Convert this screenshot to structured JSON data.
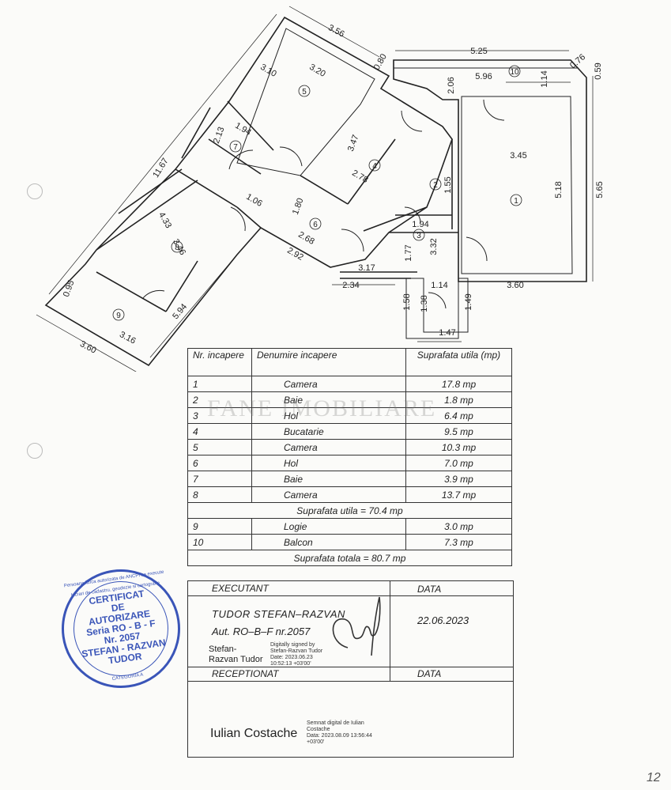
{
  "plan": {
    "dimensions": [
      "3.56",
      "3.10",
      "3.20",
      "0.80",
      "5.25",
      "0.76",
      "0.59",
      "5.96",
      "2.06",
      "1.14",
      "11.67",
      "2.13",
      "1.94",
      "3.47",
      "2.78",
      "3.45",
      "5.18",
      "5.65",
      "1.55",
      "1.06",
      "1.80",
      "4.33",
      "3.46",
      "1.94",
      "1.77",
      "3.32",
      "2.68",
      "2.92",
      "3.17",
      "2.34",
      "1.14",
      "3.60",
      "0.95",
      "5.94",
      "1.58",
      "1.38",
      "1.49",
      "3.16",
      "1.47",
      "3.60"
    ],
    "rooms": [
      "1",
      "2",
      "3",
      "4",
      "5",
      "6",
      "7",
      "8",
      "9",
      "10"
    ]
  },
  "table": {
    "headers": [
      "Nr. incapere",
      "Denumire incapere",
      "Suprafata utila (mp)"
    ],
    "rows": [
      [
        "1",
        "Camera",
        "17.8  mp"
      ],
      [
        "2",
        "Baie",
        "1.8  mp"
      ],
      [
        "3",
        "Hol",
        "6.4  mp"
      ],
      [
        "4",
        "Bucatarie",
        "9.5  mp"
      ],
      [
        "5",
        "Camera",
        "10.3  mp"
      ],
      [
        "6",
        "Hol",
        "7.0  mp"
      ],
      [
        "7",
        "Baie",
        "3.9  mp"
      ],
      [
        "8",
        "Camera",
        "13.7  mp"
      ]
    ],
    "sum_utila": "Suprafata utila  =  70.4  mp",
    "rows2": [
      [
        "9",
        "Logie",
        "3.0  mp"
      ],
      [
        "10",
        "Balcon",
        "7.3  mp"
      ]
    ],
    "sum_totala": "Suprafata totala  =  80.7  mp",
    "watermark": "FANE IMOBILIARE"
  },
  "executant": {
    "label": "EXECUTANT",
    "data_label": "DATA",
    "name": "TUDOR  STEFAN–RAZVAN",
    "aut": "Aut.  RO–B–F  nr.2057",
    "date": "22.06.2023",
    "signer_name": "Stefan-\nRazvan Tudor",
    "digital_sig": "Digitally signed by\nStefan-Razvan Tudor\nDate: 2023.06.23\n10:52:13 +03'00'"
  },
  "receptionat": {
    "label": "RECEPTIONAT",
    "data_label": "DATA",
    "name": "Iulian Costache",
    "digital_sig": "Semnat digital de Iulian\nCostache\nData: 2023.08.09 13:56:44\n+03'00'"
  },
  "stamp": {
    "lines": [
      "CERTIFICAT",
      "DE",
      "AUTORIZARE",
      "Seria RO - B - F",
      "Nr. 2057",
      "STEFAN - RAZVAN",
      "TUDOR"
    ],
    "ring": "Persoana fizica autorizata de ANCPI sa execute lucrari de cadastru, geodezie si cartografie",
    "category": "CATEGORIA A"
  },
  "page_number": "12",
  "colors": {
    "stamp": "#3a55b8",
    "ink": "#222222"
  }
}
